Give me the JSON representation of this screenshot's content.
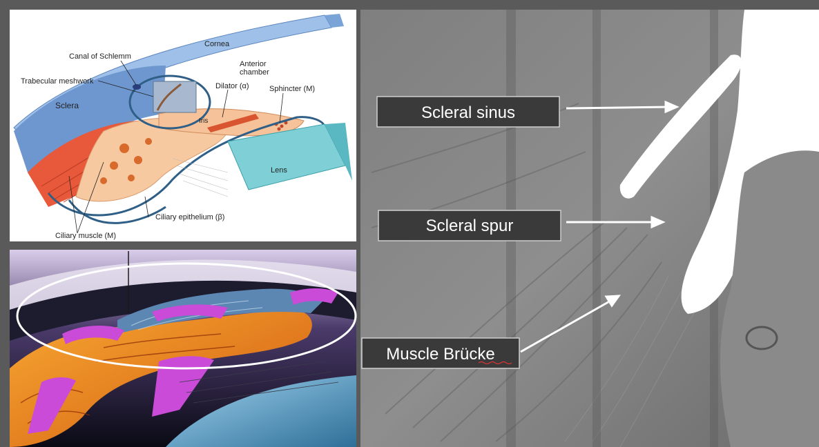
{
  "diagram_top": {
    "labels": {
      "canal_of_schlemm": "Canal of Schlemm",
      "trabecular_meshwork": "Trabecular meshwork",
      "sclera": "Sclera",
      "cornea": "Cornea",
      "anterior_chamber_line1": "Anterior",
      "anterior_chamber_line2": "chamber",
      "dilator": "Dilator (α)",
      "sphincter": "Sphincter (M)",
      "iris": "Iris",
      "lens": "Lens",
      "ciliary_epithelium": "Ciliary epithelium (β)",
      "ciliary_muscle": "Ciliary muscle (M)"
    }
  },
  "histology": {
    "callouts": {
      "scleral_sinus": "Scleral sinus",
      "scleral_spur": "Scleral spur",
      "muscle_brucke": "Muscle Brücke"
    }
  },
  "colors": {
    "frame": "#5a5a5a",
    "cornea": "#8fb3e0",
    "sclera": "#6f97cf",
    "ciliary_muscle": "#e8583a",
    "ciliary_body": "#f7c9a0",
    "lens": "#7fd0d6",
    "highlight_ring": "#2f5f86",
    "callout_box": "#3a3a3a",
    "magenta": "#c94bd8",
    "orange_tissue": "#f08a1e"
  }
}
